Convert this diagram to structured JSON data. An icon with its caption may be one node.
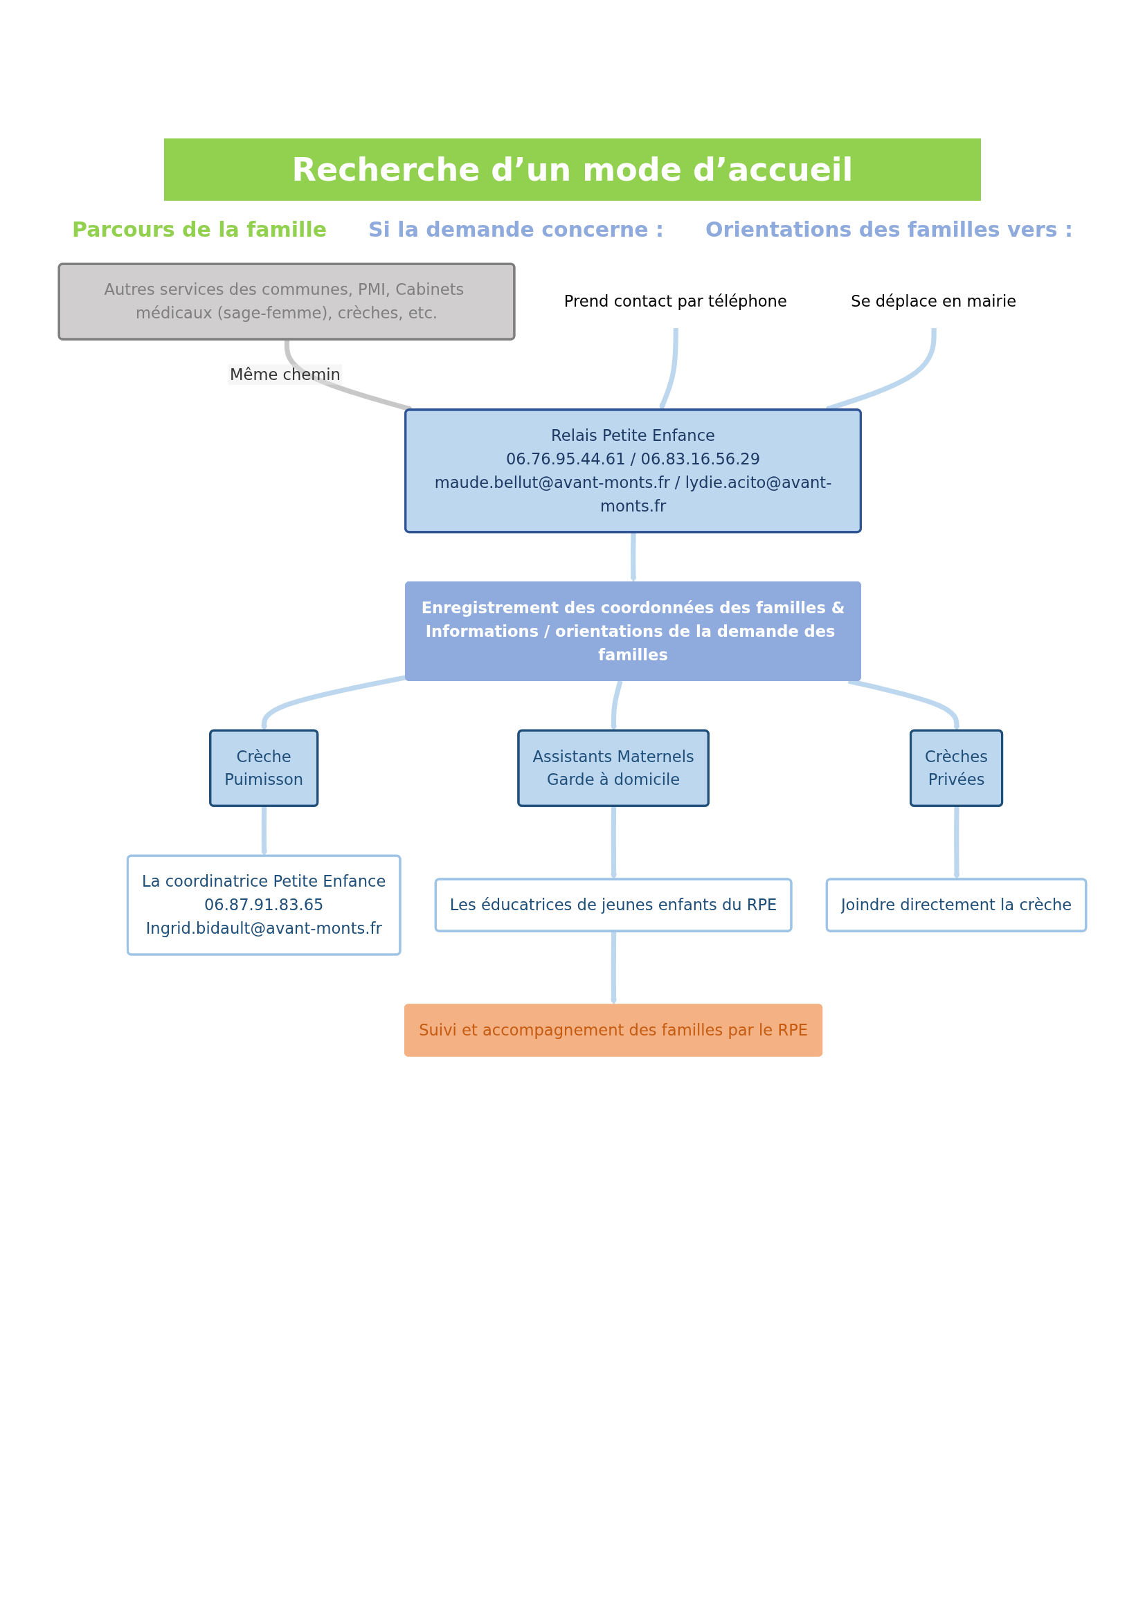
{
  "diagram": {
    "title": "Recherche d’un mode d’accueil",
    "nodes": [
      {
        "text": [
          "Autres services des communes, PMI, Cabinets médicaux (sage-femme), crèches, etc."
        ]
      },
      {
        "text": [
          "Prend contact par téléphone"
        ]
      },
      {
        "text": [
          "Se déplace en mairie"
        ]
      },
      {
        "text": [
          "Relais Petite Enfance",
          "06.76.95.44.61 / 06.83.16.56.29",
          "maude.bellut@avant-monts.fr / lydie.acito@avant-monts.fr"
        ]
      },
      {
        "text": [
          "Enregistrement des coordonnées des familles &",
          "Informations / orientations de la demande des familles"
        ]
      },
      {
        "text": [
          "Crèche",
          "Puimisson"
        ]
      },
      {
        "text": [
          "Assistants Maternels",
          "Garde à domicile"
        ]
      },
      {
        "text": [
          "Crèches",
          "Privées"
        ]
      },
      {
        "text": [
          "La coordinatrice Petite Enfance",
          "06.87.91.83.65",
          "Ingrid.bidault@avant-monts.fr"
        ]
      },
      {
        "text": [
          "Les éducatrices de jeunes enfants du RPE"
        ]
      },
      {
        "text": [
          "Joindre directement la crèche"
        ]
      },
      {
        "text": [
          "Suivi et accompagnement des familles par le RPE"
        ]
      }
    ],
    "edges": [
      {
        "from": 0,
        "to": 3,
        "arrow": "to",
        "label": "Même chemin",
        "color": "#c8c8c8"
      },
      {
        "from": 1,
        "to": 3,
        "arrow": "to"
      },
      {
        "from": 2,
        "to": 3,
        "arrow": "to"
      },
      {
        "from": 3,
        "to": 4,
        "arrow": "to"
      },
      {
        "from": 4,
        "to": 5,
        "arrow": "to"
      },
      {
        "from": 4,
        "to": 6,
        "arrow": "to"
      },
      {
        "from": 4,
        "to": 7,
        "arrow": "to"
      },
      {
        "from": 5,
        "to": 8,
        "arrow": "to"
      },
      {
        "from": 6,
        "to": 9,
        "arrow": "to"
      },
      {
        "from": 7,
        "to": 10,
        "arrow": "to"
      },
      {
        "from": 9,
        "to": 11,
        "arrow": "to"
      }
    ],
    "labels": [
      "Parcours de la famille",
      "Si la demande concerne :",
      "Orientations des familles vers :"
    ]
  }
}
